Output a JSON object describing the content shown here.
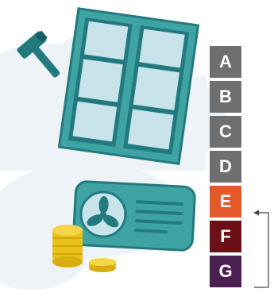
{
  "icons": {
    "hammer": "hammer-icon",
    "window": "window-icon",
    "air_conditioner": "air-conditioner-icon",
    "fan": "fan-icon",
    "coins": "coins-icon",
    "arrow": "bracket-arrow-icon"
  },
  "colors": {
    "teal": "#3fa3a4",
    "teal_dark": "#227a7e",
    "glass": "#c8e4ea",
    "gold": "#e8c21a",
    "cloud": "#eef3f7",
    "neutral_grade": "#6f6f6f"
  },
  "energy_rating": {
    "current_grade": "E",
    "grades": [
      {
        "label": "A",
        "color": "#6f6f6f"
      },
      {
        "label": "B",
        "color": "#6f6f6f"
      },
      {
        "label": "C",
        "color": "#6f6f6f"
      },
      {
        "label": "D",
        "color": "#6f6f6f"
      },
      {
        "label": "E",
        "color": "#e4582a"
      },
      {
        "label": "F",
        "color": "#6b1017"
      },
      {
        "label": "G",
        "color": "#4b1f52"
      }
    ]
  }
}
